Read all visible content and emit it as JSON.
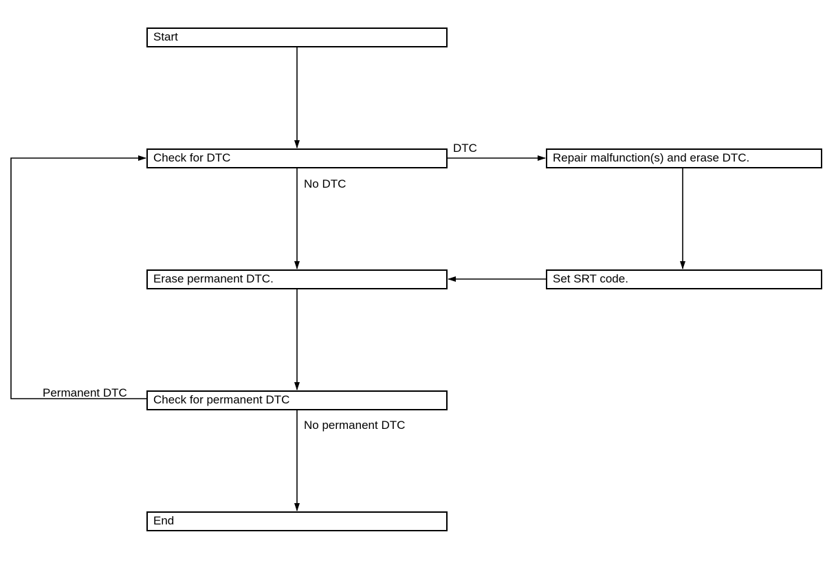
{
  "boxes": {
    "start": "Start",
    "check_dtc": "Check for DTC",
    "repair": "Repair malfunction(s) and erase DTC.",
    "erase_permanent": "Erase permanent DTC.",
    "set_srt": "Set SRT code.",
    "check_permanent": "Check for permanent DTC",
    "end": "End"
  },
  "labels": {
    "dtc": "DTC",
    "no_dtc": "No DTC",
    "permanent_dtc": "Permanent DTC",
    "no_permanent_dtc": "No permanent DTC"
  }
}
